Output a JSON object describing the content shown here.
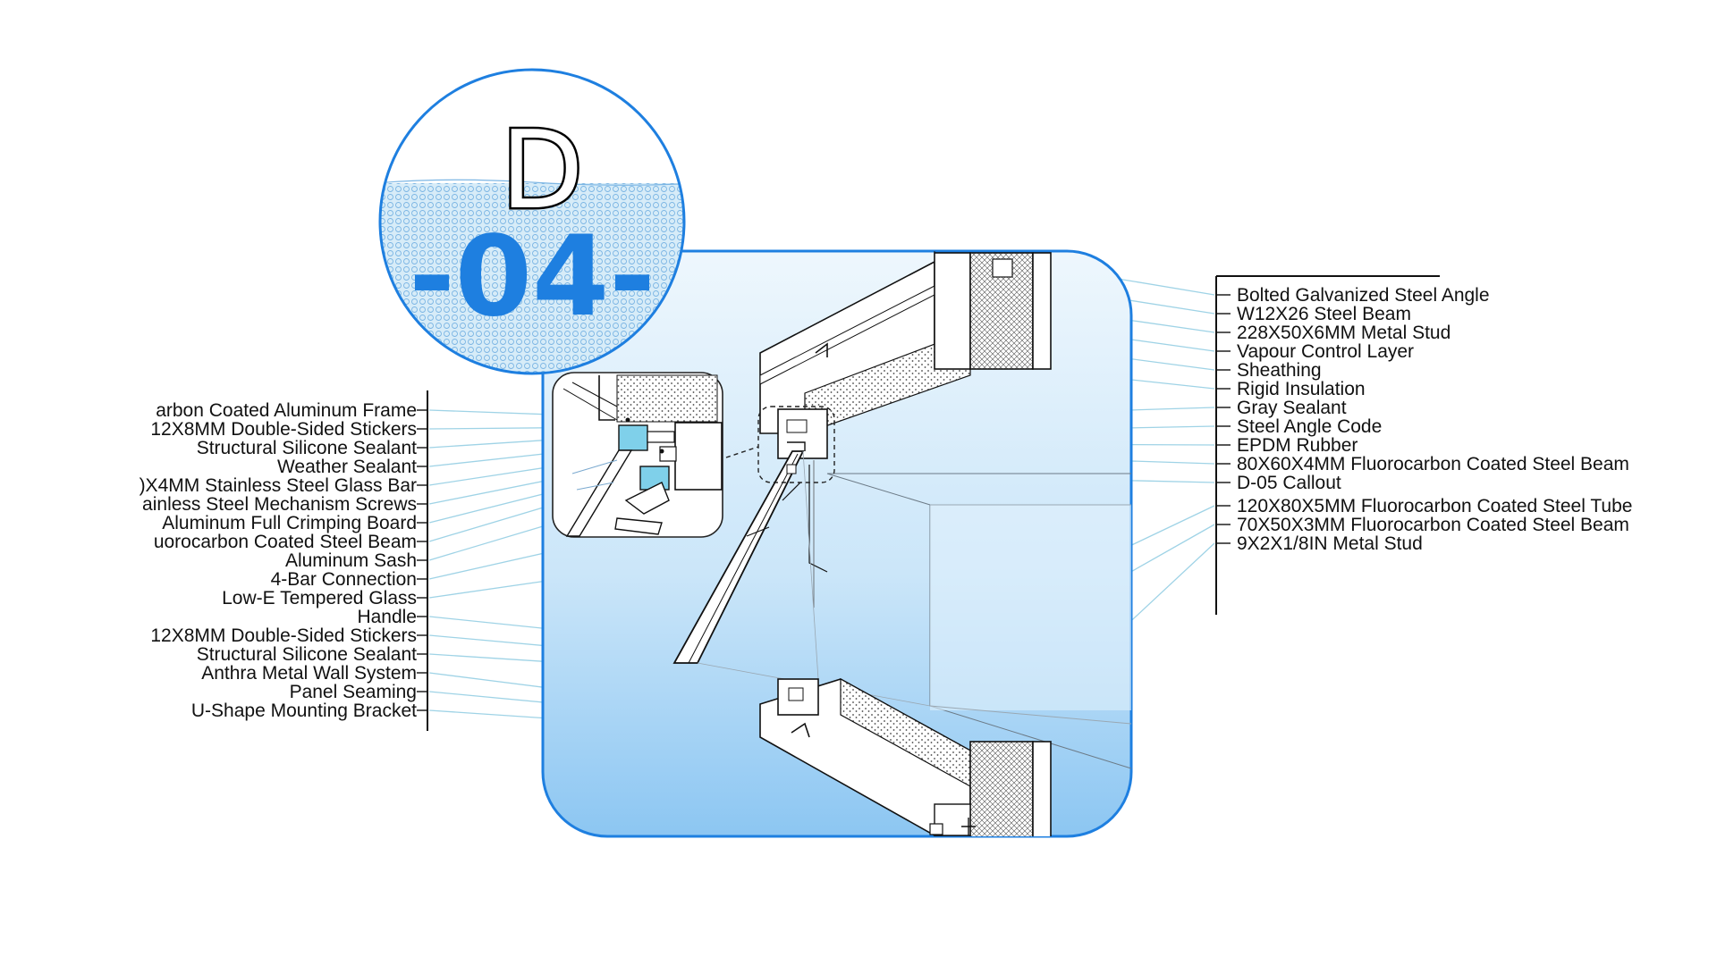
{
  "badge": {
    "letter": "D",
    "number": "-04-"
  },
  "left_labels": [
    "arbon Coated Aluminum Frame",
    "12X8MM Double-Sided Stickers",
    "Structural Silicone Sealant",
    "Weather Sealant",
    ")X4MM Stainless Steel Glass Bar",
    "ainless Steel Mechanism Screws",
    "Aluminum Full Crimping Board",
    "uorocarbon Coated Steel Beam",
    "Aluminum Sash",
    "4-Bar Connection",
    "Low-E Tempered Glass",
    "Handle",
    "12X8MM Double-Sided Stickers",
    "Structural Silicone Sealant",
    "Anthra Metal Wall System",
    "Panel Seaming",
    "U-Shape Mounting Bracket"
  ],
  "right_labels": [
    "Bolted Galvanized Steel Angle",
    "W12X26 Steel Beam",
    "228X50X6MM Metal Stud",
    "Vapour Control Layer",
    "Sheathing",
    "Rigid Insulation",
    "Gray Sealant",
    "Steel Angle Code",
    "EPDM Rubber",
    "80X60X4MM Fluorocarbon Coated Steel Beam",
    "D-05 Callout",
    "120X80X5MM Fluorocarbon Coated Steel Tube",
    "70X50X3MM Fluorocarbon Coated Steel Beam",
    "9X2X1/8IN Metal Stud"
  ],
  "colors": {
    "accent_blue": "#1e7fe0",
    "leader_blue": "#9fd3e6",
    "panel_gradient_top": "#eef7fd",
    "panel_gradient_bottom": "#8cc6f2",
    "ink": "#111111"
  }
}
